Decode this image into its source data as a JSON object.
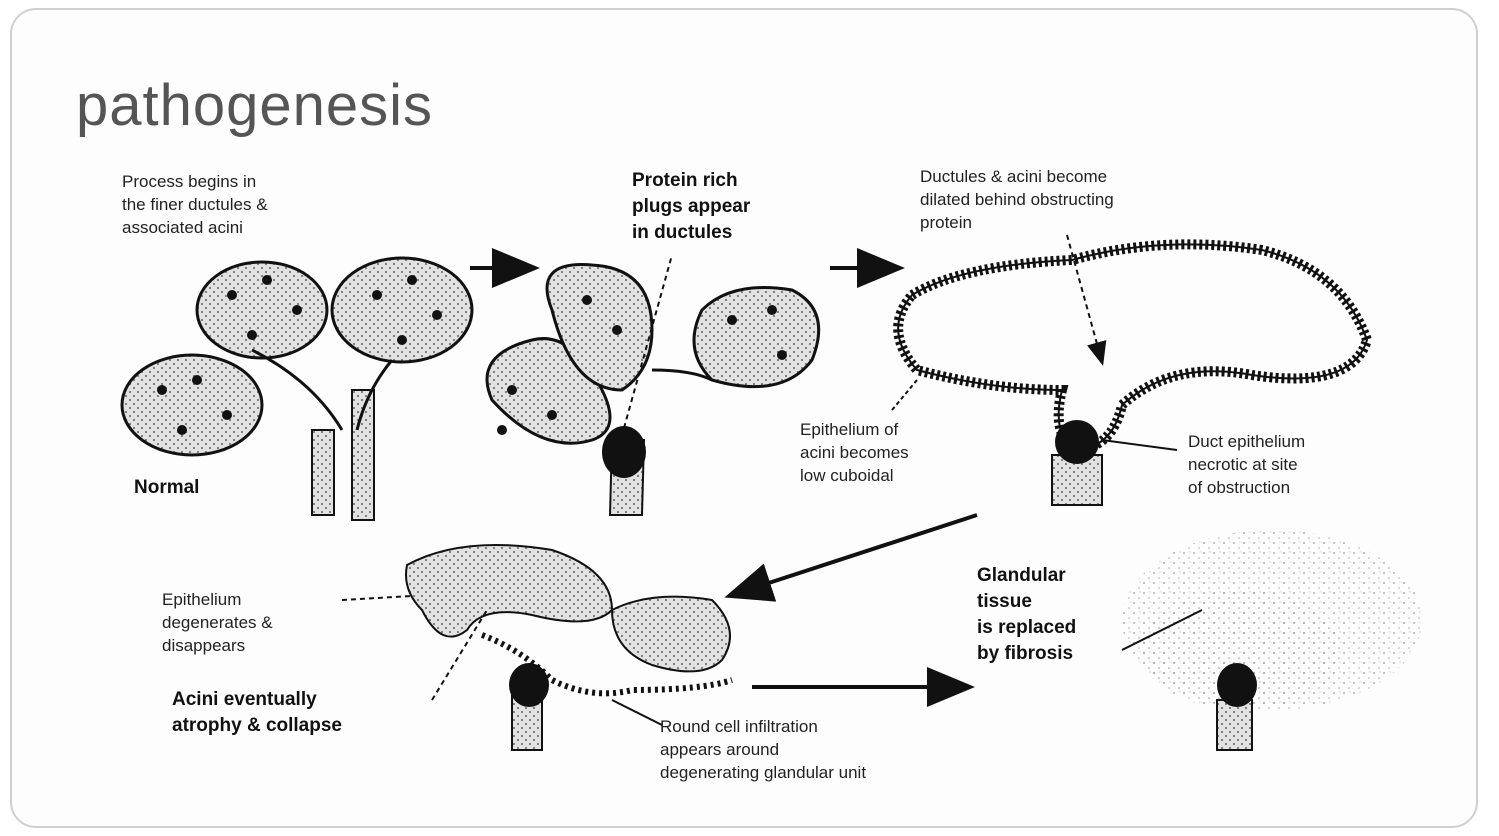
{
  "title": "pathogenesis",
  "labels": {
    "process_begins": "Process begins in\nthe finer ductules &\nassociated acini",
    "normal": "Normal",
    "protein_plugs": "Protein rich\nplugs appear\nin ductules",
    "ductules_dilated": "Ductules & acini become\ndilated behind obstructing\nprotein",
    "epithelium_acini": "Epithelium of\nacini becomes\nlow cuboidal",
    "duct_epithelium": "Duct epithelium\nnecrotic at site\nof obstruction",
    "epithelium_degenerates": "Epithelium\ndegenerates &\ndisappears",
    "acini_atrophy": "Acini eventually\natrophy & collapse",
    "round_cell": "Round cell infiltration\nappears around\ndegenerating glandular unit",
    "glandular_tissue": "Glandular\ntissue\nis replaced\nby fibrosis"
  },
  "colors": {
    "ink": "#111111",
    "cell_fill": "#dcdcdc",
    "title": "#555555",
    "border": "#cfcfcf"
  }
}
